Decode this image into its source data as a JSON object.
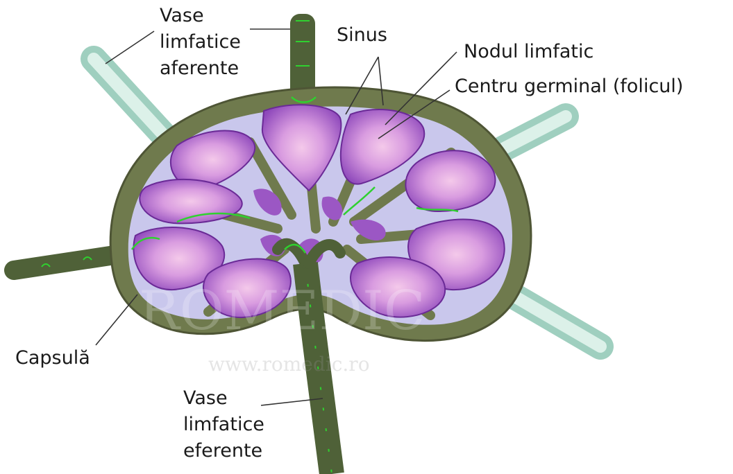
{
  "labels": {
    "afferent": [
      "Vase",
      "limfatice",
      "aferente"
    ],
    "sinus": "Sinus",
    "nodule": "Nodul limfatic",
    "germinal": "Centru germinal (folicul)",
    "capsule": "Capsulă",
    "efferent": [
      "Vase",
      "limfatice",
      "eferente"
    ]
  },
  "watermark": {
    "brand": "ROMEDIC",
    "url": "www.romedic.ro"
  },
  "colors": {
    "capsule": "#6f7a4d",
    "capsule_dark": "#4e5535",
    "sinus": "#c9c7ec",
    "follicle": "#9b57c4",
    "germinal_center": "#f0c2e6",
    "vessel_light": "#bfe0d3",
    "vessel_dark": "#4a5b34",
    "lymph_green": "#2fd12f"
  }
}
